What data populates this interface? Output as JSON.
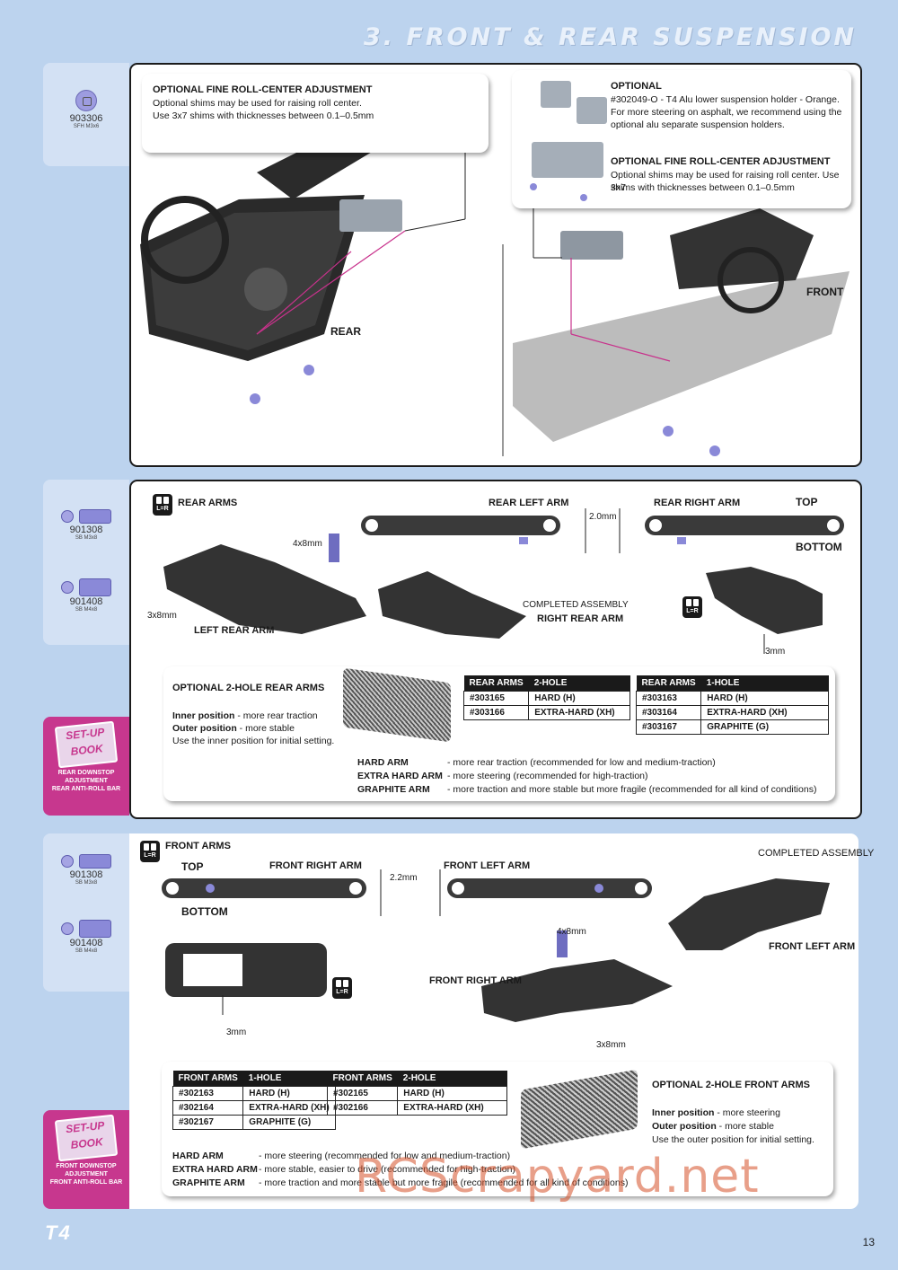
{
  "header": {
    "title": "3. FRONT & REAR SUSPENSION"
  },
  "section1": {
    "part": {
      "code": "903306",
      "desc": "SFH M3x6"
    },
    "left_card": {
      "title": "OPTIONAL FINE ROLL-CENTER ADJUSTMENT",
      "line1": "Optional shims may be used for raising roll center.",
      "line2": "Use 3x7 shims with thicknesses between 0.1–0.5mm"
    },
    "right_card": {
      "optional_title": "OPTIONAL",
      "opt_line1": "#302049-O - T4 Alu lower suspension holder - Orange.",
      "opt_line2": "For more steering on asphalt, we recommend using the",
      "opt_line3": "optional alu separate suspension holders.",
      "title": "OPTIONAL FINE ROLL-CENTER ADJUSTMENT",
      "line1": "Optional shims may be used for raising roll center. Use 3x7",
      "line2": "shims with thicknesses between 0.1–0.5mm"
    },
    "rear_label": "REAR",
    "front_label": "FRONT"
  },
  "section2": {
    "parts": [
      {
        "code": "901308",
        "desc": "SB M3x8"
      },
      {
        "code": "901408",
        "desc": "SB M4x8"
      }
    ],
    "title": "REAR ARMS",
    "lr": "L=R",
    "rear_left_arm": "REAR LEFT ARM",
    "rear_right_arm": "REAR RIGHT ARM",
    "top": "TOP",
    "bottom": "BOTTOM",
    "dim_2mm": "2.0mm",
    "dim_4x8": "4x8mm",
    "dim_3x8": "3x8mm",
    "dim_3mm": "3mm",
    "left_rear_arm": "LEFT REAR ARM",
    "completed": "COMPLETED ASSEMBLY",
    "right_rear_arm": "RIGHT REAR ARM",
    "opt": {
      "title": "OPTIONAL 2-HOLE REAR ARMS",
      "inner_label": "Inner position",
      "inner_text": "- more rear traction",
      "outer_label": "Outer position",
      "outer_text": "- more stable",
      "note": "Use the inner position for initial setting."
    },
    "table_2hole": {
      "header": [
        "REAR ARMS",
        "2-HOLE"
      ],
      "rows": [
        [
          "#303165",
          "HARD (H)"
        ],
        [
          "#303166",
          "EXTRA-HARD (XH)"
        ]
      ]
    },
    "table_1hole": {
      "header": [
        "REAR ARMS",
        "1-HOLE"
      ],
      "rows": [
        [
          "#303163",
          "HARD (H)"
        ],
        [
          "#303164",
          "EXTRA-HARD (XH)"
        ],
        [
          "#303167",
          "GRAPHITE (G)"
        ]
      ]
    },
    "notes": [
      {
        "label": "HARD ARM",
        "text": "- more rear traction (recommended for low and medium-traction)"
      },
      {
        "label": "EXTRA HARD ARM",
        "text": "- more steering (recommended for high-traction)"
      },
      {
        "label": "GRAPHITE ARM",
        "text": "- more traction and more stable but more fragile (recommended for all kind of conditions)"
      }
    ],
    "setup": {
      "book": "SET-UP BOOK",
      "l1": "REAR DOWNSTOP",
      "l2": "ADJUSTMENT",
      "l3": "REAR ANTI-ROLL BAR"
    }
  },
  "section3": {
    "parts": [
      {
        "code": "901308",
        "desc": "SB M3x8"
      },
      {
        "code": "901408",
        "desc": "SB M4x8"
      }
    ],
    "title": "FRONT ARMS",
    "lr": "L=R",
    "completed": "COMPLETED ASSEMBLY",
    "top": "TOP",
    "bottom": "BOTTOM",
    "front_right_arm": "FRONT RIGHT ARM",
    "front_left_arm": "FRONT LEFT ARM",
    "dim_22": "2.2mm",
    "dim_4x8": "4x8mm",
    "dim_3x8": "3x8mm",
    "dim_3mm": "3mm",
    "front_left_label": "FRONT LEFT ARM",
    "front_right_label": "FRONT RIGHT ARM",
    "table_1hole": {
      "header": [
        "FRONT ARMS",
        "1-HOLE"
      ],
      "rows": [
        [
          "#302163",
          "HARD (H)"
        ],
        [
          "#302164",
          "EXTRA-HARD (XH)"
        ],
        [
          "#302167",
          "GRAPHITE (G)"
        ]
      ]
    },
    "table_2hole": {
      "header": [
        "FRONT ARMS",
        "2-HOLE"
      ],
      "rows": [
        [
          "#302165",
          "HARD (H)"
        ],
        [
          "#302166",
          "EXTRA-HARD (XH)"
        ]
      ]
    },
    "opt": {
      "title": "OPTIONAL 2-HOLE FRONT ARMS",
      "inner_label": "Inner position",
      "inner_text": "- more steering",
      "outer_label": "Outer position",
      "outer_text": "- more stable",
      "note": "Use the outer position for initial setting."
    },
    "notes": [
      {
        "label": "HARD ARM",
        "text": "- more steering (recommended for low and medium-traction)"
      },
      {
        "label": "EXTRA HARD ARM",
        "text": "- more stable, easier to drive (recommended for high-traction)"
      },
      {
        "label": "GRAPHITE ARM",
        "text": "- more traction and more stable but more fragile (recommended for all kind of conditions)"
      }
    ],
    "setup": {
      "book": "SET-UP BOOK",
      "l1": "FRONT DOWNSTOP",
      "l2": "ADJUSTMENT",
      "l3": "FRONT ANTI-ROLL BAR"
    }
  },
  "footer": {
    "logo": "T4",
    "page": "13",
    "watermark": "RCScrapyard.net"
  }
}
